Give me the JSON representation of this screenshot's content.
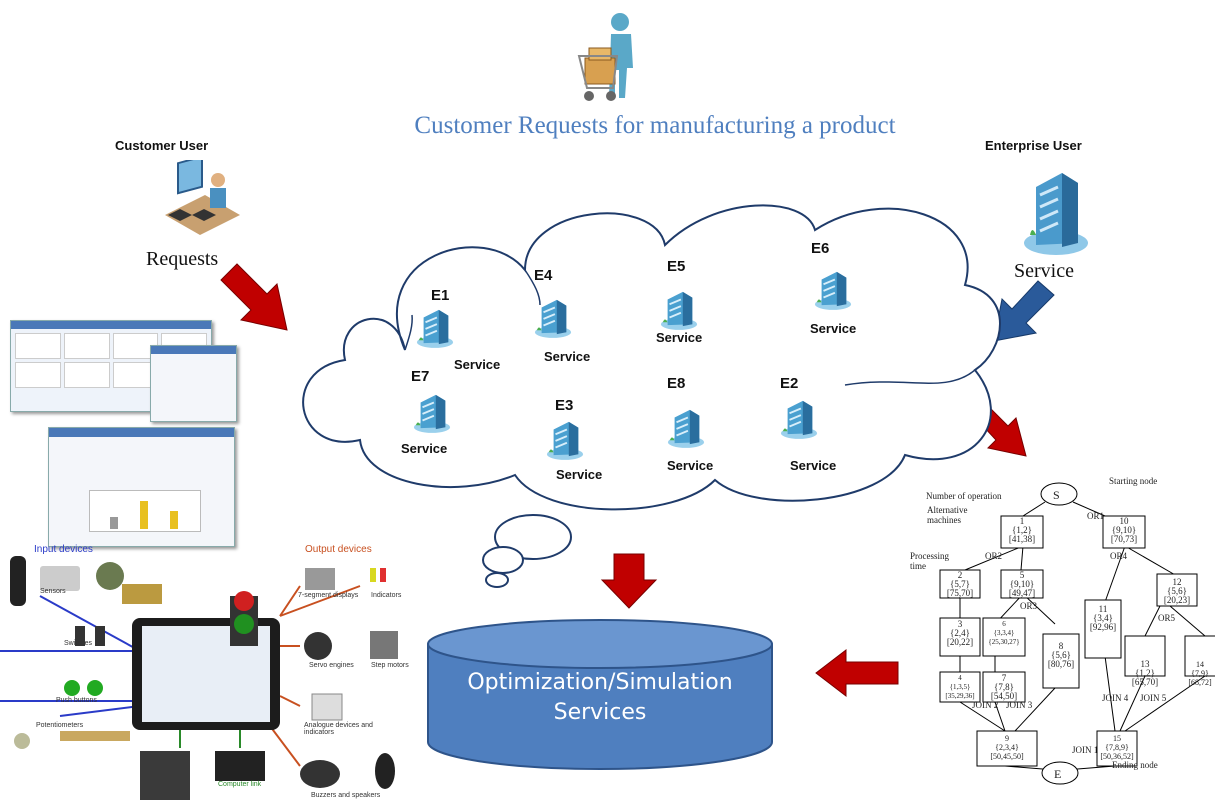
{
  "title": "Customer Requests for manufacturing a product",
  "customer": {
    "role": "Customer User",
    "label": "Requests"
  },
  "enterprise": {
    "role": "Enterprise User",
    "label": "Service"
  },
  "cloud": {
    "enterprises": [
      {
        "id": "E1",
        "service": "Service"
      },
      {
        "id": "E4",
        "service": "Service"
      },
      {
        "id": "E5",
        "service": "Service"
      },
      {
        "id": "E6",
        "service": "Service"
      },
      {
        "id": "E7",
        "service": "Service"
      },
      {
        "id": "E3",
        "service": "Service"
      },
      {
        "id": "E8",
        "service": "Service"
      },
      {
        "id": "E2",
        "service": "Service"
      }
    ]
  },
  "database": {
    "line1": "Optimization/Simulation",
    "line2": "Services"
  },
  "devices": {
    "input_title": "Input devices",
    "output_title": "Output devices",
    "labels": {
      "sensors": "Sensors",
      "switches": "Switches",
      "push_buttons": "Push buttons",
      "potentiometers": "Potentiometers",
      "seven_segment": "7-segment displays",
      "indicators": "Indicators",
      "servo": "Servo engines",
      "step": "Step motors",
      "analogue": "Analogue devices and indicators",
      "buzzers": "Buzzers and speakers",
      "computer_link": "Computer link"
    }
  },
  "graph": {
    "annotations": {
      "starting_node": "Starting node",
      "number_of_operation": "Number of operation",
      "alternative_machines": "Alternative machines",
      "processing_time": "Processing time",
      "ending_node": "Ending node"
    },
    "start": "S",
    "end": "E",
    "gates": [
      "OR1",
      "OR2",
      "OR3",
      "OR4",
      "OR5",
      "JOIN 1",
      "JOIN 2",
      "JOIN 3",
      "JOIN 4",
      "JOIN 5"
    ],
    "operations": [
      {
        "n": "1",
        "m": "{1,2}",
        "t": "[41,38]"
      },
      {
        "n": "10",
        "m": "{9,10}",
        "t": "[70,73]"
      },
      {
        "n": "2",
        "m": "{5,7}",
        "t": "[75,70]"
      },
      {
        "n": "5",
        "m": "{9,10}",
        "t": "[49,47]"
      },
      {
        "n": "11",
        "m": "{3,4}",
        "t": "[92,96]"
      },
      {
        "n": "12",
        "m": "{5,6}",
        "t": "[20,23]"
      },
      {
        "n": "3",
        "m": "{2,4}",
        "t": "[20,22]"
      },
      {
        "n": "6",
        "m": "{3,3,4}",
        "t": "{25,30,27}"
      },
      {
        "n": "8",
        "m": "{5,6}",
        "t": "[80,76]"
      },
      {
        "n": "13",
        "m": "{1,2}",
        "t": "[65,70]"
      },
      {
        "n": "14",
        "m": "{7,9}",
        "t": "[68,72]"
      },
      {
        "n": "4",
        "m": "{1,3,5}",
        "t": "[35,29,36]"
      },
      {
        "n": "7",
        "m": "{7,8}",
        "t": "[54,50]"
      },
      {
        "n": "9",
        "m": "{2,3,4}",
        "t": "[50,45,50]"
      },
      {
        "n": "15",
        "m": "{7,8,9}",
        "t": "[50,36,52]"
      }
    ]
  }
}
